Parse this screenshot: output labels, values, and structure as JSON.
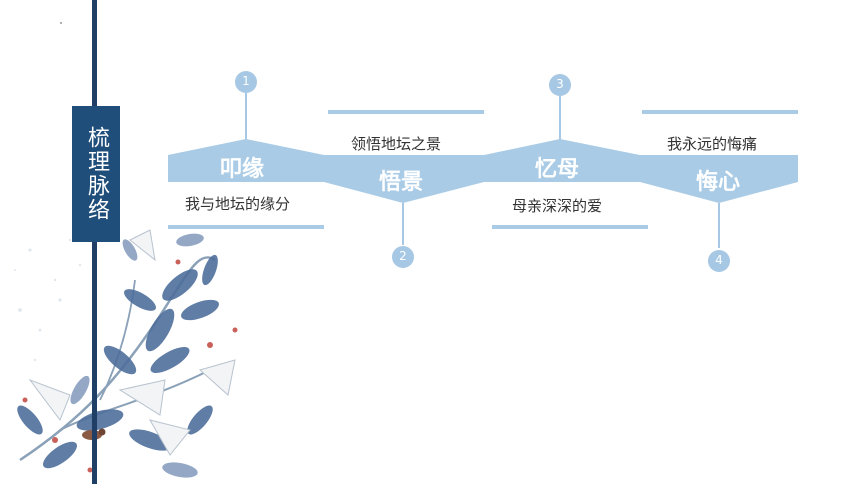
{
  "title": "梳理脉络",
  "colors": {
    "accent_dark": "#1f4e7a",
    "line_dark": "#1f3f66",
    "band": "#a9cbe6",
    "circle": "#a6c8e4"
  },
  "steps": [
    {
      "number": "1",
      "title": "叩缘",
      "description": "我与地坛的缘分"
    },
    {
      "number": "2",
      "title": "悟景",
      "description": "领悟地坛之景"
    },
    {
      "number": "3",
      "title": "忆母",
      "description": "母亲深深的爱"
    },
    {
      "number": "4",
      "title": "悔心",
      "description": "我永远的悔痛"
    }
  ]
}
